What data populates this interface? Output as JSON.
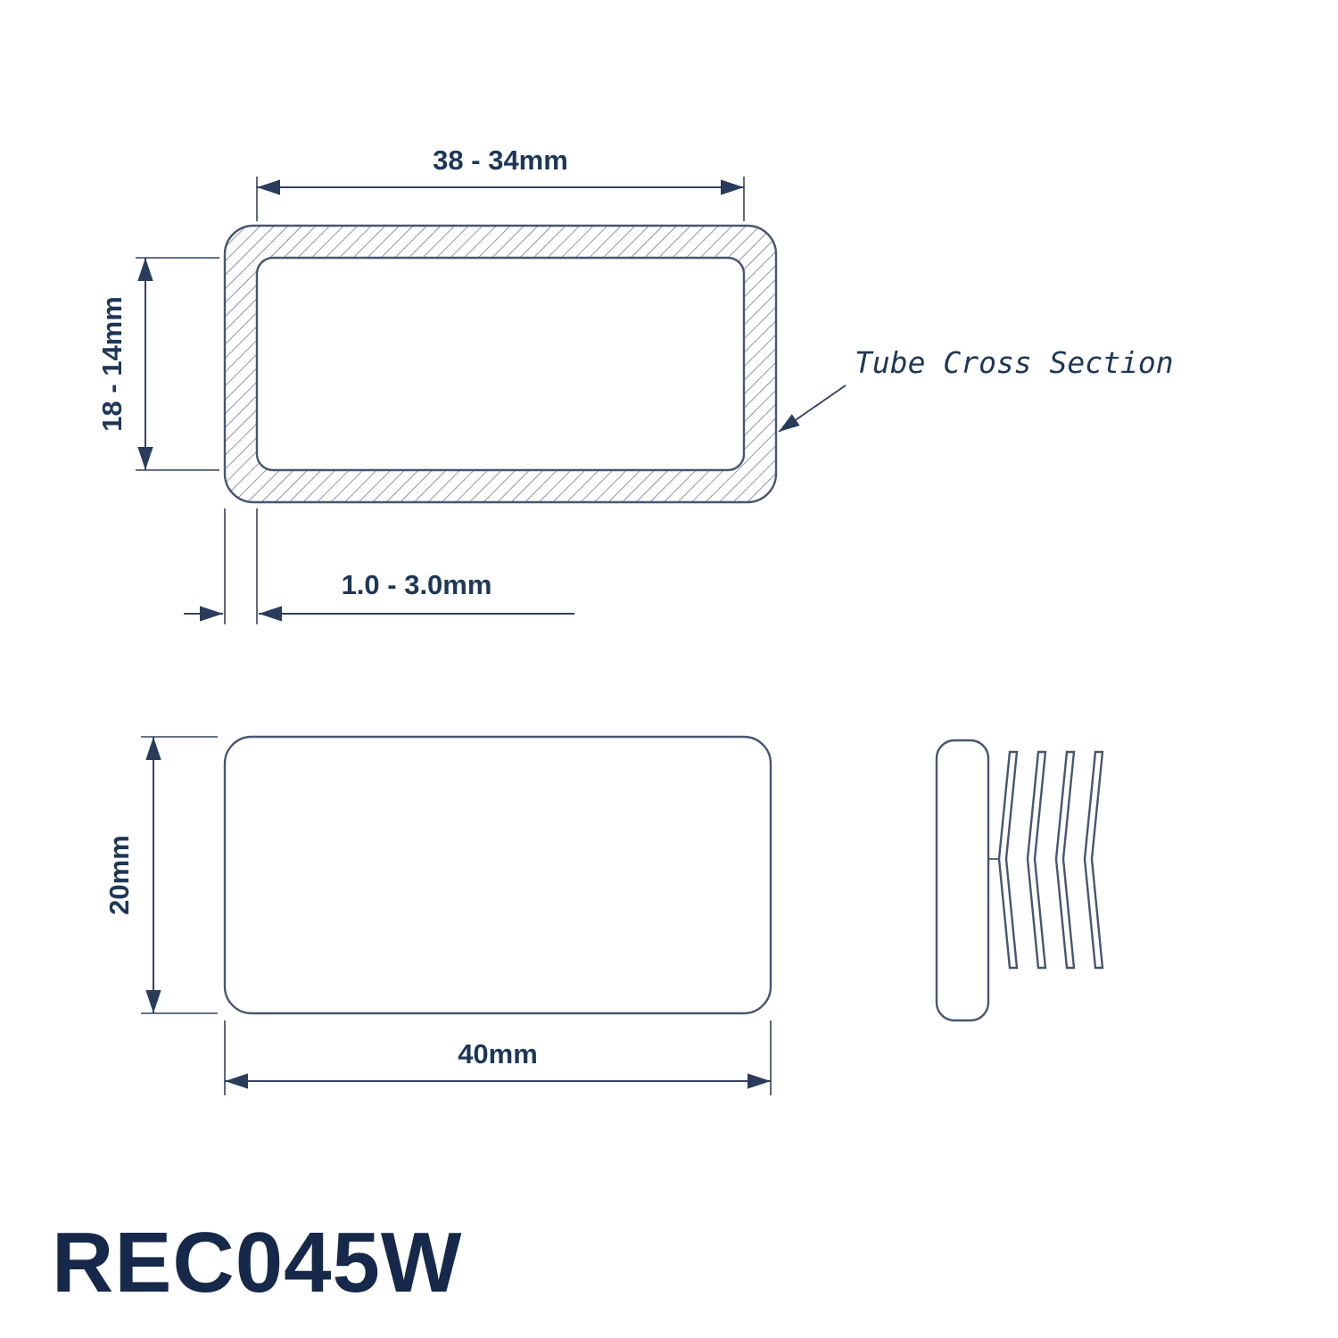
{
  "colors": {
    "line": "#47566f",
    "dimension_line": "#33435e",
    "dimension_text": "#1e3756",
    "part_number_text": "#16294a"
  },
  "cross_section": {
    "outer_width_label": "38 - 34mm",
    "inner_height_label": "18 - 14mm",
    "wall_thickness_label": "1.0 - 3.0mm",
    "callout_label": "Tube Cross Section"
  },
  "cap_plan_view": {
    "height_label": "20mm",
    "width_label": "40mm"
  },
  "part_number": "REC045W"
}
